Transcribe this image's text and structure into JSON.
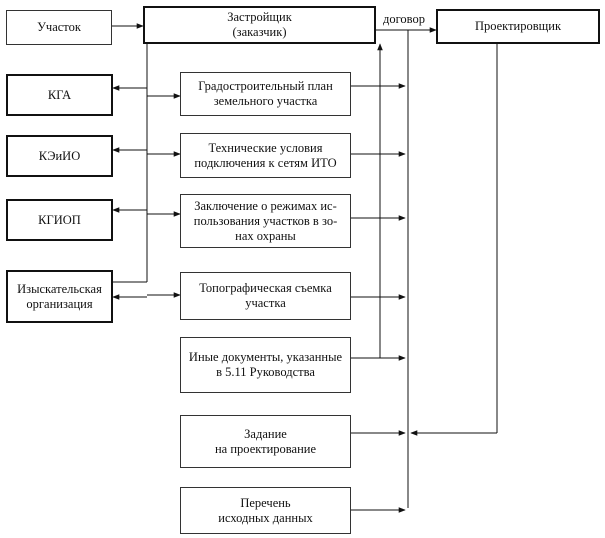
{
  "left_column": {
    "uchastok": "Участок",
    "kga": "КГА",
    "keiio": "КЭиИО",
    "kgiop": "КГИОП",
    "izysk": "Изыскательская\nорганизация"
  },
  "top": {
    "zastroyshchik": "Застройщик\n(заказчик)",
    "dogovor": "договор",
    "proektirovshchik": "Проектировщик"
  },
  "documents": {
    "gpzu": "Градостроительный план\nземельного участка",
    "tu": "Технические условия\nподключения к сетям ИТО",
    "zakl": "Заключение о режимах ис-\nпользования участков в зо-\nнах охраны",
    "topo": "Топографическая съемка\nучастка",
    "inye": "Иные документы, указанные\nв 5.11 Руководства",
    "zadanie": "Задание\nна проектирование",
    "perechen": "Перечень\nисходных данных"
  }
}
